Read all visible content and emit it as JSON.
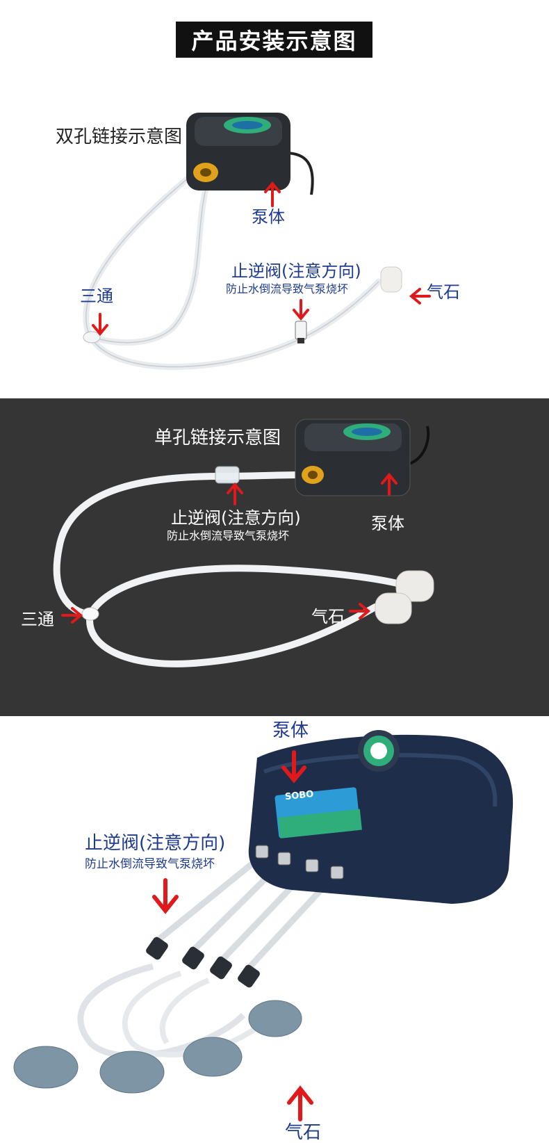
{
  "title": "产品安装示意图",
  "section1": {
    "heading": "双孔链接示意图",
    "pump_label": "泵体",
    "valve_label": "止逆阀(注意方向)",
    "valve_note": "防止水倒流导致气泵烧坏",
    "stone_label": "气石",
    "tee_label": "三通"
  },
  "section2": {
    "heading": "单孔链接示意图",
    "pump_label": "泵体",
    "valve_label": "止逆阀(注意方向)",
    "valve_note": "防止水倒流导致气泵烧坏",
    "stone_label": "气石",
    "tee_label": "三通"
  },
  "section3": {
    "pump_label": "泵体",
    "valve_label": "止逆阀(注意方向)",
    "valve_note": "防止水倒流导致气泵烧坏",
    "stone_label": "气石",
    "brand": "SOBO"
  },
  "colors": {
    "label_blue": "#1f3b8f",
    "arrow_red": "#e0191b",
    "dark_bg": "#353535",
    "pump_navy": "#1e2d4a"
  }
}
